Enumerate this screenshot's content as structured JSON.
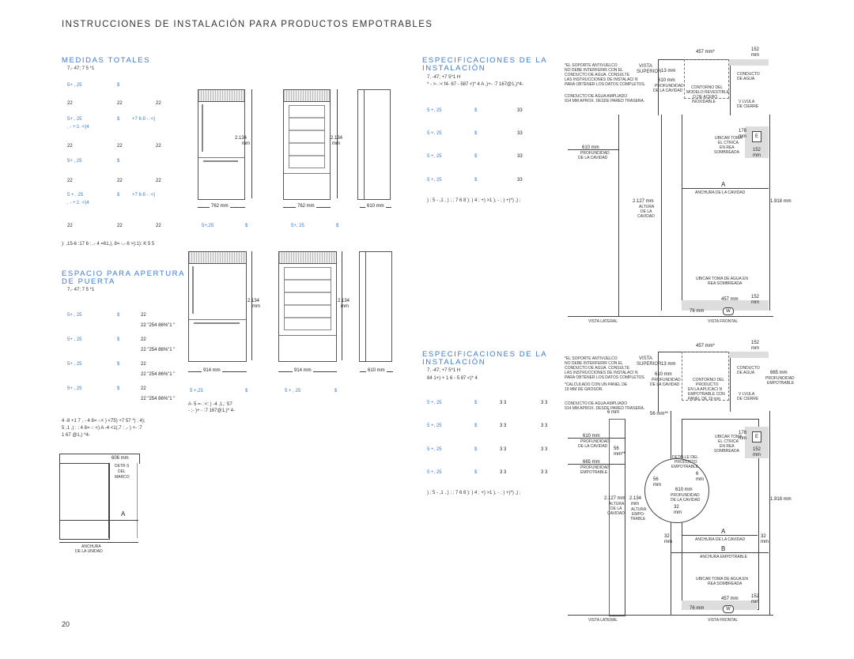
{
  "header": {
    "title": "INSTRUCCIONES DE INSTALACIÓN PARA PRODUCTOS EMPOTRABLES"
  },
  "left": {
    "medidas_title": "MEDIDAS TOTALES",
    "medidas_sub": "7,- 47; 7 5 *1",
    "models_a": [
      "5+ , 25",
      "$"
    ],
    "row_22": [
      "22",
      "22",
      "22"
    ],
    "models_b": [
      "5+ , 25",
      "$",
      "+7 6 8 - :<)"
    ],
    "note_b": ", - +:1 :<)4",
    "models_c": [
      "5+ , 25",
      "$"
    ],
    "models_d": [
      "5 + , 25",
      "$",
      "+7 6 8 - :<)"
    ],
    "note_d": ", - +:1 :<)4",
    "footnote": "): ,15-6 :17 6 : ,- 4 =61,), 8= -,- 6 >):1): K 5 5",
    "espacio_title": [
      "ESPACIO PARA APERTURA",
      "DE PUERTA"
    ],
    "espacio_sub": "7,- 47; 7 5 *1",
    "door_rows": [
      {
        "m1": "5+ , 25",
        "m2": "$",
        "v1": "22",
        "v2": "22 \"254 86%\"1 \""
      },
      {
        "m1": "5+ , 25",
        "m2": "$",
        "v1": "22",
        "v2": "22 \"254 86%\"1 \""
      },
      {
        "m1": "5+ , 25",
        "m2": "$",
        "v1": "22",
        "v2": "22 \"254 86%\"1 \""
      },
      {
        "m1": "5+ , 25",
        "m2": "$",
        "v1": "22",
        "v2": "22 \"254 86%\"1 \""
      }
    ],
    "door_note": [
      "4 -8 +1 7 , - 4 8= -:< ) <75) +7 57 *) : 4);",
      "5 ,1 ,) : ; 4 8= -: <) A -4 <1(,7 : ,- ) +- :7",
      "1 67 @1,) *4-"
    ],
    "detail": {
      "dim": "606 mm",
      "lbl1": "DETR S",
      "lbl2": "DEL",
      "lbl3": "MARCO",
      "a": "A",
      "width1": "ANCHURA",
      "width2": "DE LA UNIDAD"
    }
  },
  "mid": {
    "h1": "2.134",
    "h1u": "mm",
    "h2": "2.134",
    "h2u": "mm",
    "w1": "762 mm",
    "w2": "762 mm",
    "w3": "610 mm",
    "lbl_a": "5+,25",
    "lbl_b": "$",
    "lbl_c": "5+, 25",
    "lbl_d": "$",
    "h3": "2.134",
    "h3u": "mm",
    "h4": "2.134",
    "h4u": "mm",
    "w4": "914 mm",
    "w5": "914 mm",
    "w6": "610 mm",
    "lbl_e": "5 +,25",
    "lbl_f": "$",
    "lbl_g": "5 + , 25",
    "lbl_h": "$",
    "note2": [
      "#- 5 =- :<: ) -4 ,1,: S7",
      "- ;- )+ - :7 167@1,)* 4-"
    ]
  },
  "spec1": {
    "title": [
      "ESPECIFICACIONES DE LA",
      "INSTALACIÓN"
    ],
    "sub": "7, -47; +7 5*1 H",
    "sub2": "* - >- :< f4- 67 - 587 <)* 4 A ,)+- :7 167@1,)*4-",
    "rows": [
      {
        "m": "5 +, 25",
        "d": "$",
        "v": "33"
      },
      {
        "m": "5 +, 25",
        "d": "$",
        "v": "33"
      },
      {
        "m": "5 +, 25",
        "d": "$",
        "v": "33"
      },
      {
        "m": "5 +, 25",
        "d": "$",
        "v": "33"
      }
    ],
    "note": ") ; 5 - ,1 , ) ; ; 7 6 8 ): ) 4 ; +) >1 ), - ; ) +)*) ,) ;"
  },
  "spec2": {
    "title": [
      "ESPECIFICACIONES DE LA",
      "INSTALACIÓN"
    ],
    "sub": "7, -47; +7 5*1 H",
    "sub2": "84 1+) + 1 6 - 5 87 <)* 4",
    "rows": [
      {
        "m": "5 +, 25",
        "d": "$",
        "v1": "3 3",
        "v2": "3 3"
      },
      {
        "m": "5 +, 25",
        "d": "$",
        "v1": "3 3",
        "v2": "3 3"
      },
      {
        "m": "5 +, 25",
        "d": "$",
        "v1": "3 3",
        "v2": "3 3"
      },
      {
        "m": "5 +, 25",
        "d": "$",
        "v1": "3 3",
        "v2": "3 3"
      }
    ],
    "note": ") ; 5 - ,1 , ) ; ; 7 6 8 ): ) 4 ; +) >1 ), - ; ) +)*) ,) ;"
  },
  "diag1": {
    "soporte": [
      "*EL SOPORTE ANTIVUELCO",
      "NO DEBE INTERFERIR CON EL",
      "CONDUCTO DE AGUA. CONSULTE",
      "LAS INSTRUCCIONES DE INSTALACI N",
      "PARA OBTENER LOS DATOS COMPLETOS."
    ],
    "vista": "VISTA",
    "superior": "SUPERIOR",
    "d457": "457 mm*",
    "d152": "152",
    "mm": "mm",
    "d13": "13 mm",
    "conducto": "CONDUCTO",
    "deagua": "DE AGUA",
    "d610": "610 mm",
    "prof": "PROFUNDIDAD",
    "delacav": "DE LA CAVIDAD",
    "contorno": [
      "CONTORNO DEL",
      "MODELO REVESTIBLE",
      "O DE ACERO",
      "INOXIDABLE"
    ],
    "valv": [
      "V LVULA",
      "DE CIERRE"
    ],
    "ampliado": [
      "CONDUCTO DE AGUA AMPLIADO",
      "914 MM APROX. DESDE PARED TRASERA."
    ],
    "ubicar": [
      "UBICAR TOMA",
      "EL CTRICA",
      "EN  REA",
      "SOMBREADA"
    ],
    "d178": "178",
    "e": "E",
    "d610b": "610 mm",
    "prof2": "PROFUNDIDAD",
    "delacav2": "DE LA CAVIDAD",
    "a": "A",
    "anchura": "ANCHURA DE LA CAVIDAD",
    "d2127": "2.127 mm",
    "altura": [
      "ALTURA",
      "DE LA",
      "CAVIDAD"
    ],
    "d1918": "1.918 mm",
    "ubicaragua": [
      "UBICAR TOMA DE AGUA EN",
      "  REA SOMBREADA"
    ],
    "d457b": "457 mm",
    "d76": "76 mm",
    "w": "W",
    "vlat": "VISTA LATERAL",
    "vfront": "VISTA FRONTAL"
  },
  "diag2": {
    "soporte": [
      "*EL SOPORTE ANTIVUELCO",
      "NO DEBE INTERFERIR CON EL",
      "CONDUCTO DE AGUA. CONSULTE",
      "LAS INSTRUCCIONES DE INSTALACI N",
      "PARA OBTENER LOS DATOS COMPLETOS."
    ],
    "vista": "VISTA",
    "superior": "SUPERIOR",
    "d457": "457 mm*",
    "d152": "152",
    "mm": "mm",
    "d13": "13 mm",
    "conducto": "CONDUCTO",
    "deagua": "DE AGUA",
    "d610": "610 mm",
    "prof": "PROFUNDIDAD",
    "delacav": "DE LA CAVIDAD",
    "d665": "665 mm",
    "prof_emp": "PROFUNDIDAD",
    "empotrable": "EMPOTRABLE",
    "contorno": [
      "CONTORNO DEL",
      "PRODUCTO",
      "EN LA APLICACI N",
      "EMPOTRABLE CON",
      "PANEL DE 19 mm"
    ],
    "panel": [
      "*CALCULADO CON UN PANEL DE",
      "19 MM DE GROSOR."
    ],
    "valv": [
      "V LVULA",
      "DE CIERRE"
    ],
    "ampliado": [
      "CONDUCTO DE AGUA AMPLIADO",
      "914 MM APROX. DESDE PARED TRASERA."
    ],
    "d6": "6 mm",
    "d56": "56 mm**",
    "d56b": "56",
    "mmb": "mm**",
    "detalle": [
      "DETALLE DEL",
      "PRODUCTO",
      "EMPOTRABLE"
    ],
    "d6c": "6",
    "d6cu": "mm",
    "d56c": "56",
    "d56cu": "mm",
    "d32": "32",
    "d32u": "mm",
    "d610c": "610 mm",
    "profc": "PROFUNDIDAD",
    "delacavc": "DE LA CAVIDAD",
    "ubicar": [
      "UBICAR TOMA",
      "EL CTRICA",
      "EN  REA",
      "SOMBREADA"
    ],
    "d178": "178",
    "e": "E",
    "d2127": "2.127 mm",
    "altura": [
      "ALTURA",
      "DE LA",
      "CAVIDAD"
    ],
    "d2134": "2.134",
    "altura2": [
      "ALTURA",
      "EMPO-",
      "TRABLE"
    ],
    "d1918": "1.918 mm",
    "a": "A",
    "b": "B",
    "anchura": "ANCHURA DE LA CAVIDAD",
    "anchura_emp": "ANCHURA EMPOTRABLE",
    "ubicaragua": [
      "UBICAR TOMA DE AGUA EN",
      "  REA SOMBREADA"
    ],
    "d457b": "457 mm",
    "d76": "76 mm",
    "w": "W",
    "vlat": "VISTA LATERAL",
    "vfront": "VISTA FRONTAL"
  },
  "page_number": "20"
}
